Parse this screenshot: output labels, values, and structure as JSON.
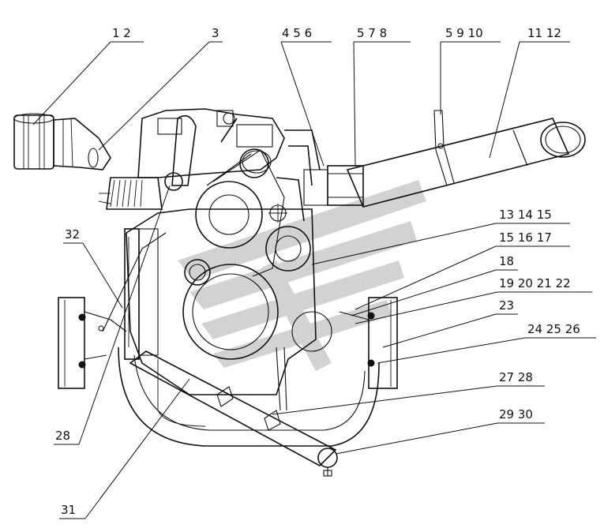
{
  "diagram": {
    "colors": {
      "ink": "#111111",
      "watermark": "#cfcfcf",
      "background": "#ffffff"
    },
    "labels": [
      {
        "id": "l1",
        "text": "1 2"
      },
      {
        "id": "l2",
        "text": "3"
      },
      {
        "id": "l3",
        "text": "4 5 6"
      },
      {
        "id": "l4",
        "text": "5 7 8"
      },
      {
        "id": "l5",
        "text": "5 9 10"
      },
      {
        "id": "l6",
        "text": "11 12"
      },
      {
        "id": "l7",
        "text": "13 14 15"
      },
      {
        "id": "l8",
        "text": "15 16 17"
      },
      {
        "id": "l9",
        "text": "18"
      },
      {
        "id": "l10",
        "text": "19 20 21 22"
      },
      {
        "id": "l11",
        "text": "23"
      },
      {
        "id": "l12",
        "text": "24 25 26"
      },
      {
        "id": "l13",
        "text": "27 28"
      },
      {
        "id": "l14",
        "text": "29 30"
      },
      {
        "id": "l15",
        "text": "32"
      },
      {
        "id": "l16",
        "text": "28"
      },
      {
        "id": "l17",
        "text": "31"
      }
    ]
  }
}
